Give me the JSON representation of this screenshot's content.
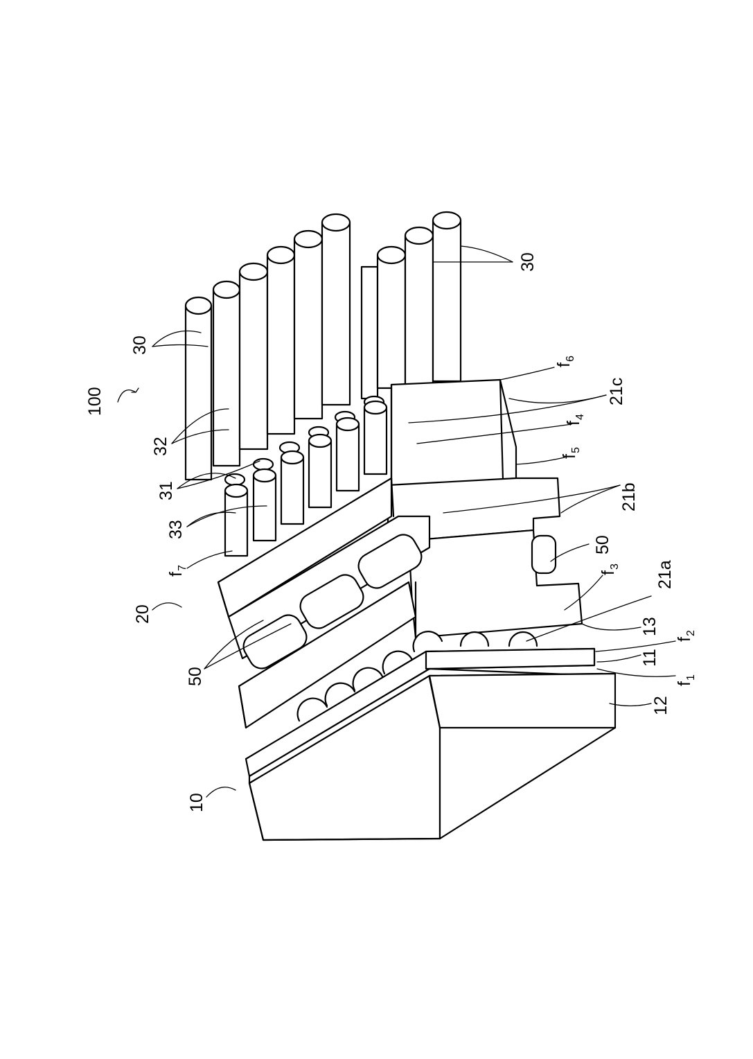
{
  "figure": {
    "ref_100": "100",
    "ref_10": "10",
    "ref_20": "20",
    "ref_30a": "30",
    "ref_30b": "30",
    "ref_32": "32",
    "ref_31": "31",
    "ref_33": "33",
    "ref_50a": "50",
    "ref_50b": "50",
    "ref_21a": "21a",
    "ref_21b": "21b",
    "ref_21c": "21c",
    "ref_11": "11",
    "ref_12": "12",
    "ref_13": "13",
    "f1_base": "f",
    "f1_sub": "1",
    "f2_base": "f",
    "f2_sub": "2",
    "f3_base": "f",
    "f3_sub": "3",
    "f4_base": "f",
    "f4_sub": "4",
    "f5_base": "f",
    "f5_sub": "5",
    "f6_base": "f",
    "f6_sub": "6",
    "f7_base": "f",
    "f7_sub": "7"
  },
  "colors": {
    "line": "#000000",
    "background": "#ffffff"
  }
}
